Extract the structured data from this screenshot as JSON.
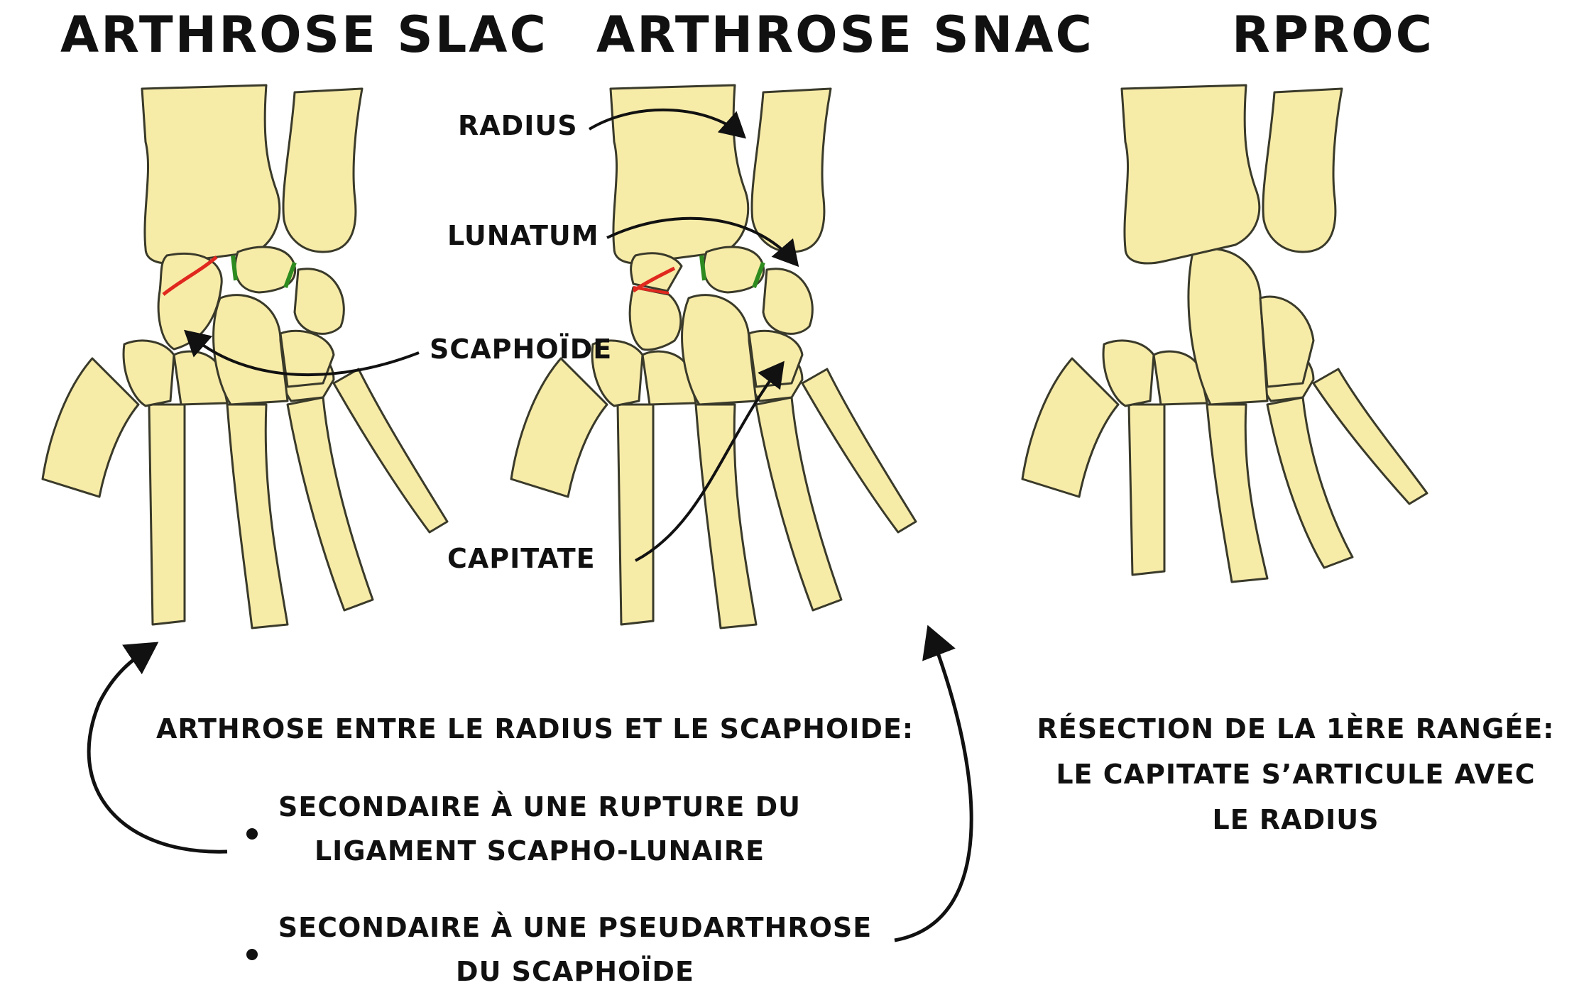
{
  "titles": {
    "slac": "ARTHROSE SLAC",
    "snac": "ARTHROSE SNAC",
    "rproc": "RPROC"
  },
  "anatomy_labels": {
    "radius": "RADIUS",
    "lunatum": "LUNATUM",
    "scaphoide": "SCAPHOÏDE",
    "capitate": "CAPITATE"
  },
  "arthrose_note": {
    "heading": "ARTHROSE ENTRE LE RADIUS ET LE SCAPHOIDE:",
    "bullet1_line1": "SECONDAIRE À UNE RUPTURE DU",
    "bullet1_line2": "LIGAMENT SCAPHO-LUNAIRE",
    "bullet2_line1": "SECONDAIRE À UNE PSEUDARTHROSE",
    "bullet2_line2": "DU SCAPHOÏDE"
  },
  "rproc_note": {
    "line1": "RÉSECTION DE LA 1ÈRE RANGÉE:",
    "line2": "LE CAPITATE S’ARTICULE AVEC",
    "line3": "LE RADIUS"
  },
  "colors": {
    "bone_fill": "#f7eba8",
    "bone_stroke": "#3a3a2a",
    "arthrose_red": "#e0281e",
    "ligament_green": "#2e8b1f",
    "ink": "#111111"
  }
}
